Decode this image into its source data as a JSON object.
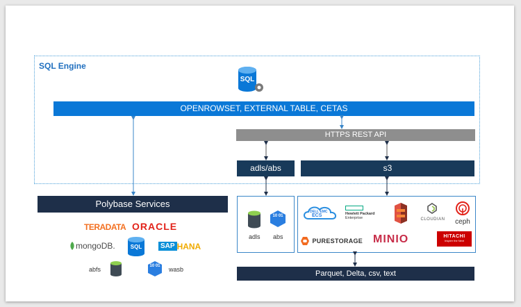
{
  "engine": {
    "label": "SQL Engine",
    "icon": "sql-database-icon",
    "icon_text": "SQL"
  },
  "bars": {
    "openrowset": "OPENROWSET, EXTERNAL TABLE, CETAS",
    "https": "HTTPS REST API",
    "adls_abs": "adls/abs",
    "s3": "s3",
    "polybase": "Polybase Services",
    "formats": "Parquet, Delta, csv, text"
  },
  "adls_box": {
    "adls": "adls",
    "abs": "abs",
    "abs_glyph": "10 01"
  },
  "polybase_logos": {
    "teradata": "TERADATA",
    "oracle": "ORACLE",
    "mongodb": "mongoDB.",
    "sql": "SQL",
    "sap": "SAP",
    "hana": "HANA",
    "abfs": "abfs",
    "wasb": "wasb",
    "wasb_glyph": "10 01"
  },
  "s3_logos": {
    "dell_emc": "DELL EMC",
    "ecs": "ECS",
    "hpe_line1": "Hewlett Packard",
    "hpe_line2": "Enterprise",
    "cloudian": "CLOUDIAN",
    "ceph": "ceph",
    "pure": "PURESTORAGE",
    "minio": "MINIO",
    "hitachi": "HITACHI",
    "hitachi_sub": "Inspire the Next"
  },
  "colors": {
    "blue": "#0a78d7",
    "navy": "#183a5a",
    "gray": "#8e8e8e",
    "dark": "#1e2f49",
    "accent_line": "#3a86c8"
  }
}
